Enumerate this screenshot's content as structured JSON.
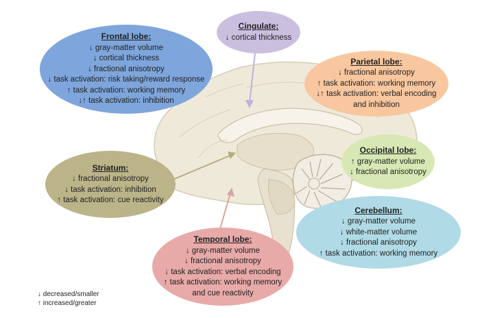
{
  "colors": {
    "frontal": "#7ea6dc",
    "cingulate": "#cbbfe0",
    "parietal": "#f8c79f",
    "occipital": "#d8e8b5",
    "cerebellum": "#b0dae6",
    "temporal": "#e8aaa9",
    "striatum": "#bcb489",
    "brain": "#efe9da",
    "brain_shadow": "#d6ccb6",
    "arrow_cingulate": "#bfb1da",
    "arrow_striatum": "#b5ad7e",
    "arrow_temporal": "#dba4a3"
  },
  "regions": {
    "frontal": {
      "title": "Frontal lobe:",
      "lines": [
        "↓ gray-matter volume",
        "↓ cortical thickness",
        "↓ fractional anisotropy",
        "↓ task activation: risk taking/reward response",
        "↑ task activation: working memory",
        "↓↑ task activation: inhibition"
      ]
    },
    "cingulate": {
      "title": "Cingulate:",
      "lines": [
        "↓ cortical thickness"
      ]
    },
    "parietal": {
      "title": "Parietal lobe:",
      "lines": [
        "↓ fractional anisotropy",
        "↑ task activation: working memory",
        "↓↑ task activation: verbal encoding",
        "and inhibition"
      ]
    },
    "occipital": {
      "title": "Occipital lobe:",
      "lines": [
        "↑ gray-matter volume",
        "↓ fractional anisotropy"
      ]
    },
    "striatum": {
      "title": "Striatum:",
      "lines": [
        "↓ fractional anisotropy",
        "↓ task activation: inhibition",
        "↑ task activation: cue reactivity"
      ]
    },
    "cerebellum": {
      "title": "Cerebellum:",
      "lines": [
        "↓ gray-matter volume",
        "↓ white-matter volume",
        "↓ fractional anisotropy",
        "↑ task activation: working memory"
      ]
    },
    "temporal": {
      "title": "Temporal lobe:",
      "lines": [
        "↓ gray-matter volume",
        "↓ fractional anisotropy",
        "↓ task activation: verbal encoding",
        "↑ task activation: working memory",
        "and cue reactivity"
      ]
    }
  },
  "legend": {
    "decreased": "↓ decreased/smaller",
    "increased": "↑ increased/greater"
  }
}
